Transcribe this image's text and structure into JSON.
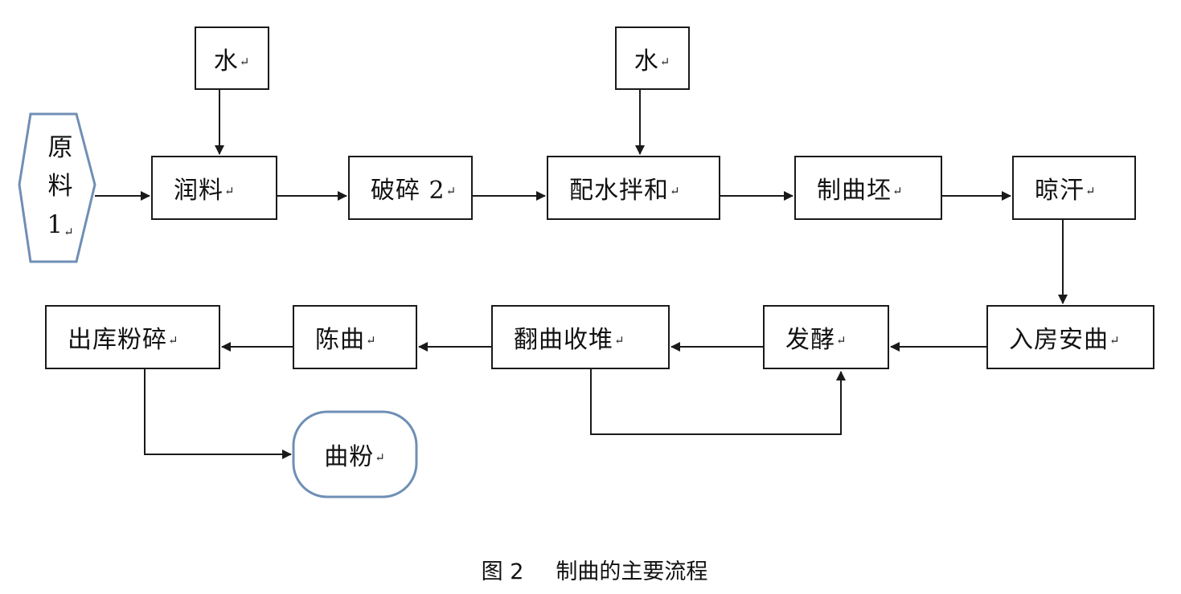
{
  "nodes": {
    "water1": "水",
    "water2": "水",
    "raw_material": [
      "原",
      "料",
      "1"
    ],
    "runliao": "润料",
    "posui": "破碎 2",
    "peishui": "配水拌和",
    "zhiqupi": "制曲坯",
    "lianghan": "晾汗",
    "rufang": "入房安曲",
    "fajiao": "发酵",
    "fanqu": "翻曲收堆",
    "chenqu": "陈曲",
    "chuku": "出库粉碎",
    "qufen": "曲粉"
  },
  "paragraph_mark": "↵",
  "caption": {
    "figure": "图 2",
    "title": "制曲的主要流程"
  },
  "colors": {
    "terminal_border": "#6f8fb5",
    "box_border": "#1a1a1a",
    "arrow": "#1a1a1a"
  }
}
